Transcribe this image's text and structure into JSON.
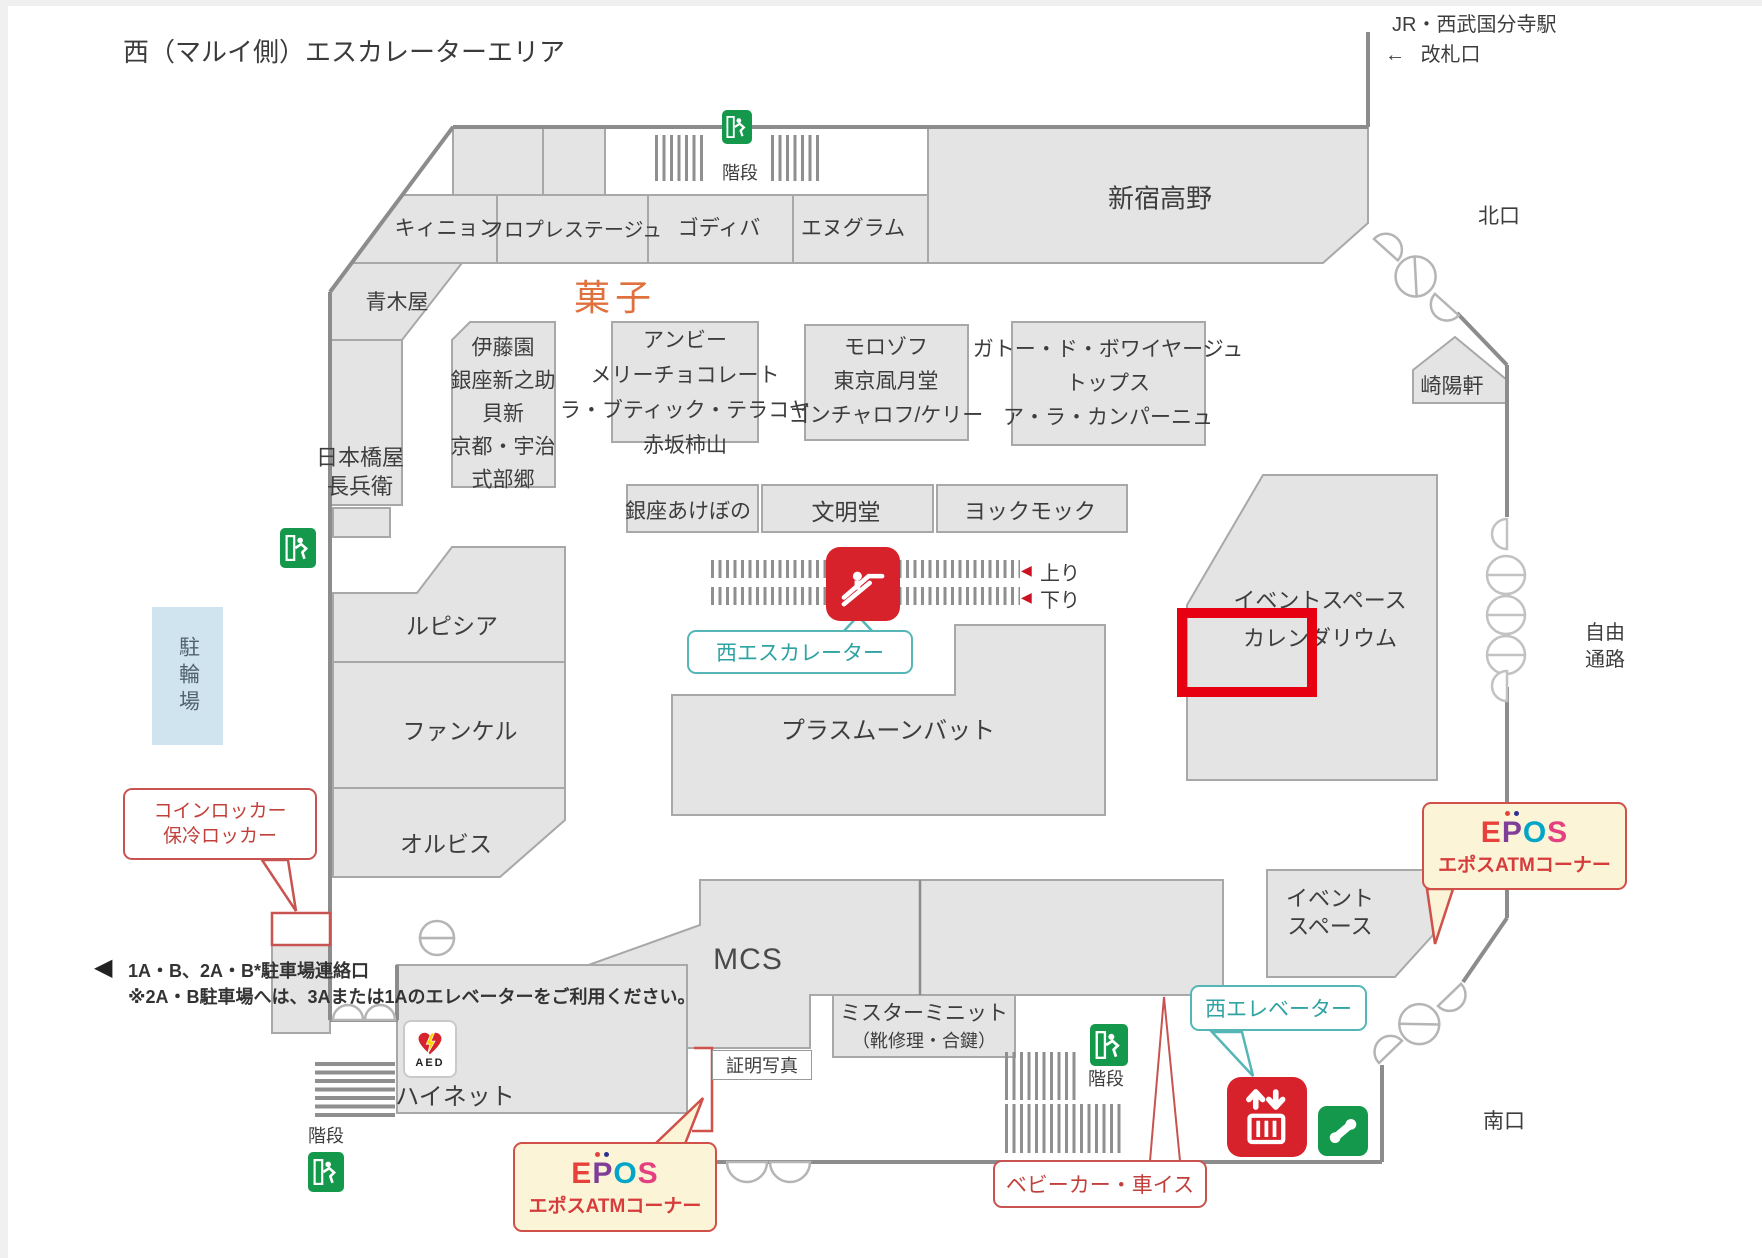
{
  "page": {
    "title": "西（マルイ側）エスカレーターエリア"
  },
  "station": {
    "name": "JR・西武国分寺駅",
    "arrow": "←",
    "gate": "改札口"
  },
  "gates": {
    "north": "北口",
    "south": "南口",
    "passage": [
      "自由",
      "通路"
    ]
  },
  "areas": {
    "kashi": "菓子",
    "stairs": "階段"
  },
  "escalator": {
    "up": "上り",
    "down": "下り",
    "marker": "◀",
    "label": "西エスカレーター"
  },
  "stores": {
    "kinyon": "キィニョン",
    "floprestige": "フロプレステージュ",
    "godiva": "ゴディバ",
    "ngram": "エヌグラム",
    "takano": "新宿高野",
    "aokiya": "青木屋",
    "itoen": [
      "伊藤園",
      "銀座新之助",
      "貝新",
      "京都・宇治",
      "式部郷"
    ],
    "anby": [
      "アンビー",
      "メリーチョコレート",
      "ラ・ブティック・テラコヤ",
      "赤坂柿山"
    ],
    "morozoff": [
      "モロゾフ",
      "東京凮月堂",
      "ゴンチャロフ/ケリー"
    ],
    "gateau": [
      "ガトー・ド・ボワイヤージュ",
      "トップス",
      "ア・ラ・カンパーニュ"
    ],
    "nihonbashiya": [
      "日本橋屋",
      "長兵衛"
    ],
    "akebono": "銀座あけぼの",
    "bunmeido": "文明堂",
    "yokumoku": "ヨックモック",
    "sakiyoken": "崎陽軒",
    "calendarium": [
      "イベントスペース",
      "カレンダリウム"
    ],
    "lupicia": "ルピシア",
    "fancl": "ファンケル",
    "orbis": "オルビス",
    "moonbat": "プラスムーンバット",
    "mcs": "MCS",
    "minit": [
      "ミスターミニット",
      "（靴修理・合鍵）"
    ],
    "hinet": "ハイネット",
    "event_space": [
      "イベント",
      "スペース"
    ]
  },
  "facilities": {
    "bicycle": "駐輪場",
    "locker": [
      "コインロッカー",
      "保冷ロッカー"
    ],
    "elevator_label": "西エレベーター",
    "photo": "証明写真",
    "stroller": "ベビーカー・車イス",
    "aed": "AED",
    "epos_letters": [
      "E",
      "P",
      "O",
      "S"
    ],
    "epos_atm": "エポスATMコーナー"
  },
  "notes": {
    "parking_marker": "◀",
    "parking_line1": "1A・B、2A・B*駐車場連絡口",
    "parking_line2": "※2A・B駐車場へは、3Aまたは1Aのエレベーターをご利用ください。"
  },
  "colors": {
    "highlight_red": "#e60012",
    "callout_red": "#c75450",
    "teal": "#2fa2a2",
    "green": "#14994c",
    "icon_red": "#d8222b",
    "block_gray": "#e4e4e4",
    "bicycle_blue": "#cfe4ee"
  }
}
